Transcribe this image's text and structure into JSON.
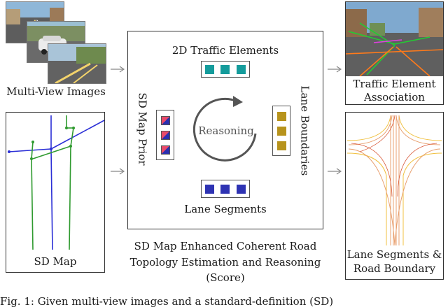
{
  "multi_view": {
    "label": "Multi-View Images"
  },
  "sd_map": {
    "label": "SD Map"
  },
  "center": {
    "title_top": "2D Traffic Elements",
    "title_bottom": "Lane Segments",
    "title_left": "SD Map Prior",
    "title_right": "Lane Boundaries",
    "reasoning": "Reasoning",
    "caption_line1": "SD Map Enhanced Coherent Road",
    "caption_line2": "Topology Estimation and Reasoning",
    "caption_line3": "(Score)"
  },
  "right_top": {
    "line1": "Traffic Element",
    "line2": "Association"
  },
  "right_bottom": {
    "line1": "Lane Segments &",
    "line2": "Road Boundary"
  },
  "figure_caption": "Fig. 1: Given multi-view images and a standard-definition (SD)",
  "colors": {
    "teal": "#159c9c",
    "blue": "#2e33b3",
    "gold": "#b7931c",
    "pink": "#e94a6a",
    "sd_blue": "#2b2fd6",
    "sd_green": "#2f9a2f"
  }
}
